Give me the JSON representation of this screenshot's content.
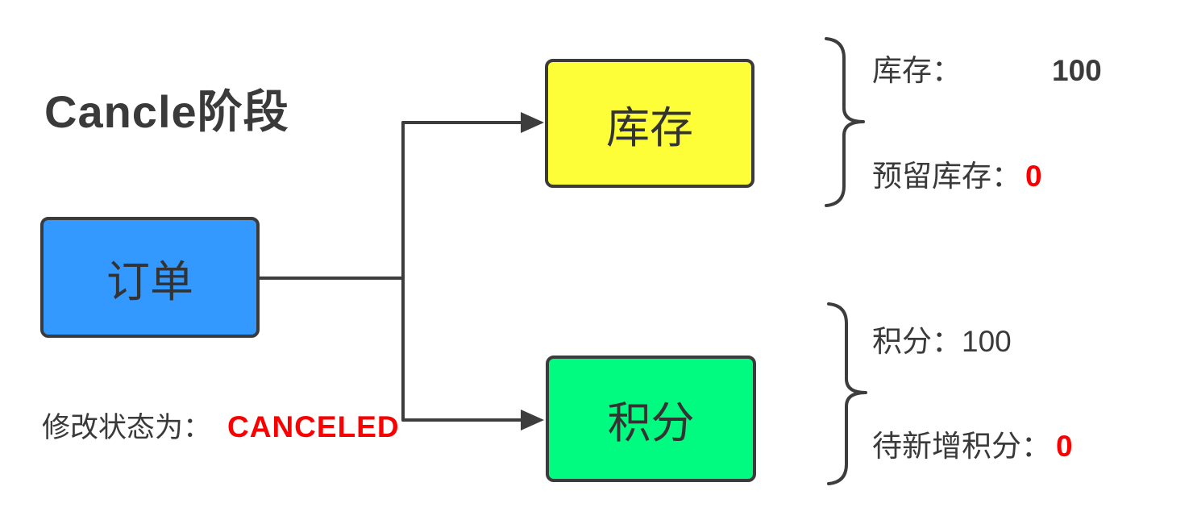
{
  "title": "Cancle阶段",
  "nodes": {
    "order": {
      "label": "订单",
      "fill": "#3399ff"
    },
    "inventory": {
      "label": "库存",
      "fill": "#fdfd38"
    },
    "points": {
      "label": "积分",
      "fill": "#00fb80"
    }
  },
  "annotations": {
    "inventory_group": {
      "total_label": "库存：",
      "total_value": "100",
      "reserved_label": "预留库存：",
      "reserved_value": "0"
    },
    "points_group": {
      "total_label": "积分：",
      "total_value": "100",
      "pending_label": "待新增积分：",
      "pending_value": "0"
    },
    "status": {
      "label": "修改状态为：",
      "value": "CANCELED"
    }
  },
  "colors": {
    "text": "#3a3a3a",
    "stroke": "#3d3d3d",
    "highlight_red": "#fb0000",
    "node_order_fill": "#3399ff",
    "node_inventory_fill": "#fdfd38",
    "node_points_fill": "#00fb80",
    "background": "#ffffff"
  }
}
